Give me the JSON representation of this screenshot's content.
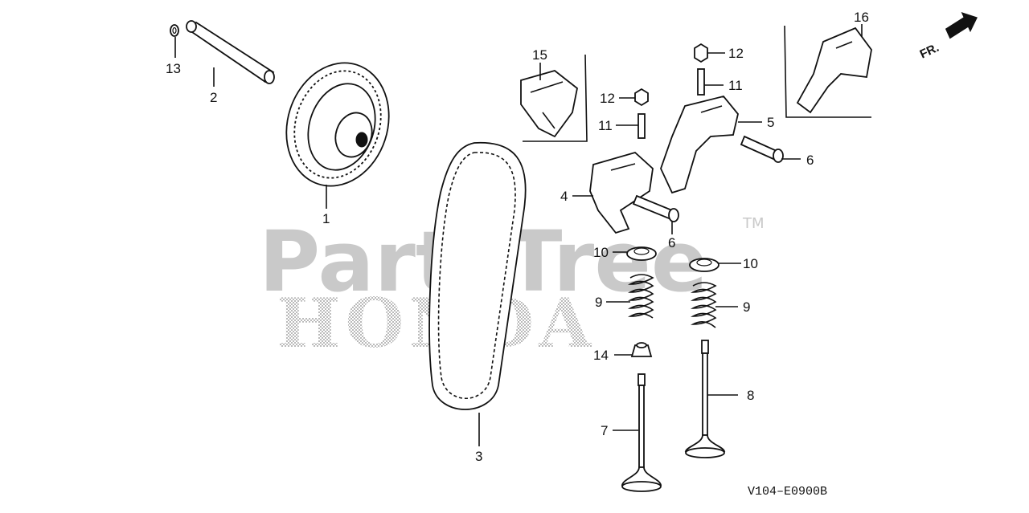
{
  "watermark": {
    "brand": "PartsTree",
    "trademark": "TM",
    "oem": "HONDA"
  },
  "orientation": {
    "label": "FR."
  },
  "diagram_code": "V104–E0900B",
  "callouts": [
    {
      "id": "callout-1",
      "label": "1"
    },
    {
      "id": "callout-2",
      "label": "2"
    },
    {
      "id": "callout-3",
      "label": "3"
    },
    {
      "id": "callout-4",
      "label": "4"
    },
    {
      "id": "callout-5",
      "label": "5"
    },
    {
      "id": "callout-6a",
      "label": "6"
    },
    {
      "id": "callout-6b",
      "label": "6"
    },
    {
      "id": "callout-7",
      "label": "7"
    },
    {
      "id": "callout-8",
      "label": "8"
    },
    {
      "id": "callout-9a",
      "label": "9"
    },
    {
      "id": "callout-9b",
      "label": "9"
    },
    {
      "id": "callout-10a",
      "label": "10"
    },
    {
      "id": "callout-10b",
      "label": "10"
    },
    {
      "id": "callout-11a",
      "label": "11"
    },
    {
      "id": "callout-11b",
      "label": "11"
    },
    {
      "id": "callout-12a",
      "label": "12"
    },
    {
      "id": "callout-12b",
      "label": "12"
    },
    {
      "id": "callout-13",
      "label": "13"
    },
    {
      "id": "callout-14",
      "label": "14"
    },
    {
      "id": "callout-15",
      "label": "15"
    },
    {
      "id": "callout-16",
      "label": "16"
    }
  ]
}
